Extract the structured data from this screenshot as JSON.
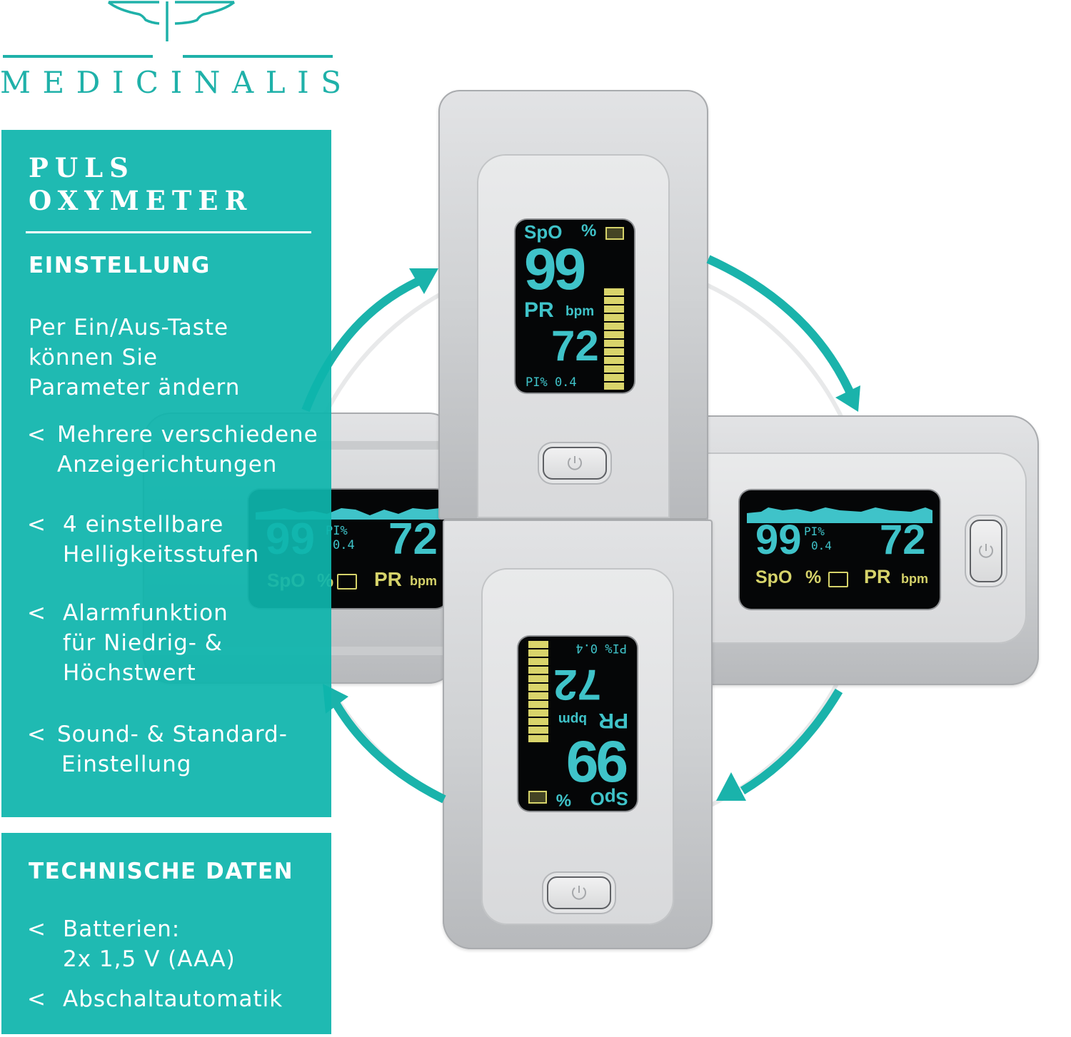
{
  "brand": {
    "name": "MEDICINALIS",
    "logo_icon": "winged-emblem-icon",
    "color": "#1fb1a9"
  },
  "panel": {
    "title_line1": "PULS",
    "title_line2": "OXYMETER",
    "settings": {
      "heading": "EINSTELLUNG",
      "intro": [
        "Per Ein/Aus-Taste",
        "können Sie",
        "Parameter ändern"
      ],
      "bullet_glyph": "<",
      "items": [
        {
          "line1": "Mehrere verschiedene",
          "line2": "Anzeigerichtungen"
        },
        {
          "line1": "4 einstellbare",
          "line2": "Helligkeitsstufen"
        },
        {
          "line1": "Alarmfunktion",
          "line2": "für Niedrig- &",
          "line3": "Höchstwert"
        },
        {
          "line1": "Sound- & Standard-",
          "line2": "Einstellung"
        }
      ]
    },
    "tech": {
      "heading": "TECHNISCHE DATEN",
      "bullet_glyph": "<",
      "items": [
        {
          "line1": "Batterien:",
          "line2": "2x 1,5 V (AAA)"
        },
        {
          "line1": "Abschaltautomatik"
        }
      ]
    },
    "color": "#0eb5ac"
  },
  "display": {
    "spo2_label": "SpO",
    "percent_label": "%",
    "spo2_value": "99",
    "pr_label": "PR",
    "bpm_label": "bpm",
    "pr_value": "72",
    "pi_label": "PI%",
    "pi_value": "0.4",
    "pi_full": "PI% 0.4",
    "battery_icon": "battery-icon",
    "signal_bar_segments": 12,
    "cyan": "#3fc3c9",
    "yellow": "#d6d36a"
  },
  "devices": [
    {
      "orientation": "portrait",
      "position": "top"
    },
    {
      "orientation": "landscape",
      "position": "right"
    },
    {
      "orientation": "portrait-inverted",
      "position": "bottom"
    },
    {
      "orientation": "landscape-mirrored",
      "position": "left"
    }
  ],
  "cycle_arrows": {
    "color": "#1ab3ab",
    "count": 4,
    "direction": "clockwise"
  }
}
